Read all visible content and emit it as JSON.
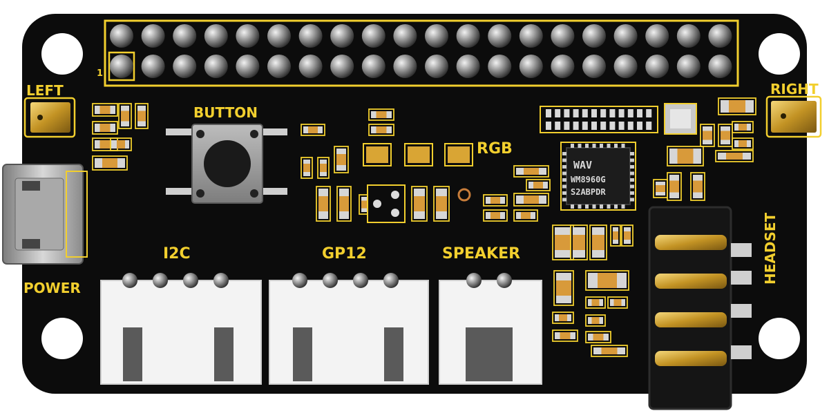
{
  "board": {
    "labels": {
      "left": "LEFT",
      "right": "RIGHT",
      "button": "BUTTON",
      "rgb": "RGB",
      "power": "POWER",
      "i2c": "I2C",
      "gp12": "GP12",
      "speaker": "SPEAKER",
      "headset": "HEADSET",
      "pin_one": "1"
    },
    "chip_marking": {
      "brand": "WAV",
      "line1": "WM8960G",
      "line2": "S2ABPDR"
    },
    "colors": {
      "pcb": "#0c0c0c",
      "silkscreen": "#f2cf2e",
      "gold": "#c9a12e",
      "connector": "#f3f3f3",
      "background": "#ffffff"
    },
    "header_pins": {
      "columns": 20,
      "rows": 2
    }
  }
}
